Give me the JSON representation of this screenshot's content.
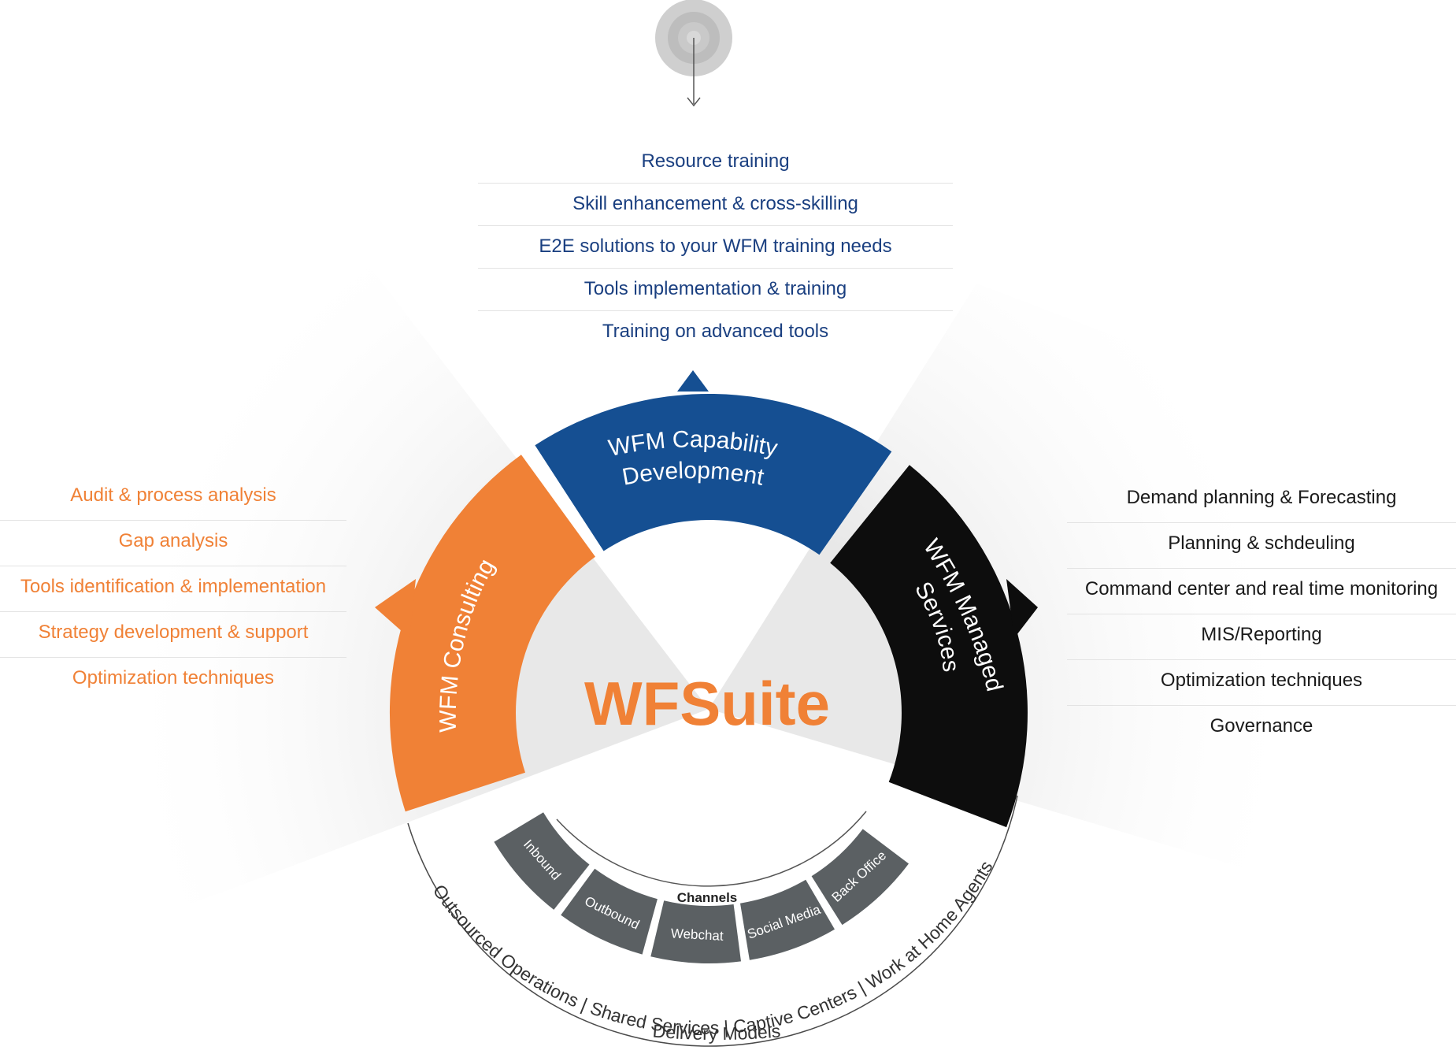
{
  "capability_development": {
    "title_line1": "WFM Capability",
    "title_line2": "Development",
    "items": [
      "Resource training",
      "Skill enhancement & cross-skilling",
      "E2E solutions to your WFM training needs",
      "Tools implementation & training",
      "Training on advanced tools"
    ]
  },
  "consulting": {
    "title": "WFM Consulting",
    "items": [
      "Audit & process analysis",
      "Gap analysis",
      "Tools identification & implementation",
      "Strategy development & support",
      "Optimization techniques"
    ]
  },
  "managed_services": {
    "title_line1": "WFM Managed",
    "title_line2": "Services",
    "items": [
      "Demand planning & Forecasting",
      "Planning & schdeuling",
      "Command center and real time monitoring",
      "MIS/Reporting",
      "Optimization techniques",
      "Governance"
    ]
  },
  "center_title": "WFSuite",
  "channels": {
    "label": "Channels",
    "items": [
      "Inbound",
      "Outbound",
      "Webchat",
      "Social Media",
      "Back Office"
    ]
  },
  "delivery_models": {
    "label": "Delivery Models",
    "items": [
      "Outsourced Operations",
      "Shared Services",
      "Captive Centers",
      "Work at Home Agents"
    ],
    "separator": "|"
  },
  "colors": {
    "capability": "#154f92",
    "consulting": "#f08136",
    "managed": "#0d0d0d",
    "channels": "#5b6063",
    "list_blue": "#1a3f80",
    "list_orange": "#f08136",
    "list_dark": "#1a1a1a"
  },
  "icons": {
    "top": "scroll-down-target-icon"
  }
}
